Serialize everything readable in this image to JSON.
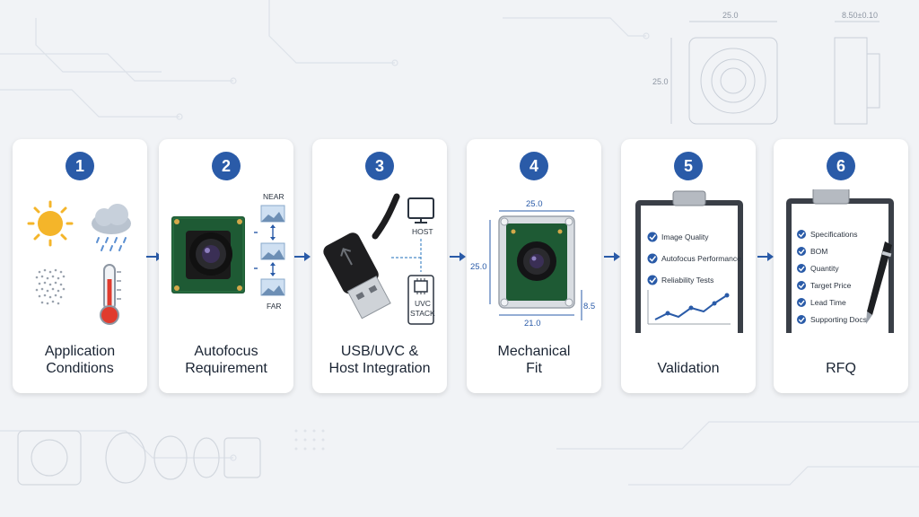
{
  "steps": [
    {
      "number": "1",
      "title_line1": "Application",
      "title_line2": "Conditions"
    },
    {
      "number": "2",
      "title_line1": "Autofocus",
      "title_line2": "Requirement"
    },
    {
      "number": "3",
      "title_line1": "USB/UVC &",
      "title_line2": "Host Integration"
    },
    {
      "number": "4",
      "title_line1": "Mechanical",
      "title_line2": "Fit"
    },
    {
      "number": "5",
      "title_line1": "Validation",
      "title_line2": ""
    },
    {
      "number": "6",
      "title_line1": "RFQ",
      "title_line2": ""
    }
  ],
  "autofocus": {
    "near_label": "NEAR",
    "far_label": "FAR"
  },
  "usb": {
    "host_label": "HOST",
    "stack_label_1": "UVC",
    "stack_label_2": "STACK"
  },
  "mechanical": {
    "dim_top": "25.0",
    "dim_left": "25.0",
    "dim_bottom": "21.0",
    "dim_right": "8.5"
  },
  "background_drawing": {
    "dim_width": "25.0",
    "dim_height": "25.0",
    "dim_depth": "8.50±0.10"
  },
  "validation_items": [
    "Image Quality",
    "Autofocus Performance",
    "Reliability Tests"
  ],
  "rfq_items": [
    "Specifications",
    "BOM",
    "Quantity",
    "Target Price",
    "Lead Time",
    "Supporting Docs"
  ],
  "colors": {
    "accent": "#2a5ba8",
    "check": "#2a5ba8",
    "clipboard": "#3a3f47"
  }
}
